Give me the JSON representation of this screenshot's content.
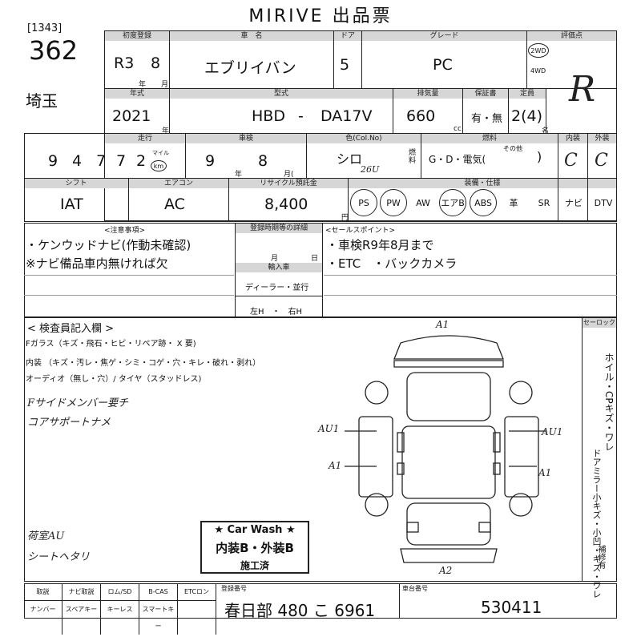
{
  "header": {
    "title": "MIRIVE 出品票"
  },
  "left": {
    "code": "[1343]",
    "lot": "362",
    "region": "埼玉"
  },
  "row1": {
    "labels": {
      "first_reg": "初度登録",
      "name": "車　名",
      "doors": "ドア",
      "grade": "グレード",
      "rating": "評価点"
    },
    "first_reg_era": "R3",
    "first_reg_month": "8",
    "unit_year": "年",
    "unit_month": "月",
    "car_name": "エブリイバン",
    "doors": "5",
    "grade": "PC",
    "drive_2wd": "2WD",
    "drive_4wd": "4WD",
    "rating": "R"
  },
  "row2": {
    "labels": {
      "year": "年式",
      "model": "型式",
      "disp": "排気量",
      "ac": "保証書",
      "capacity": "定員"
    },
    "year": "2021",
    "year_unit": "年",
    "model_prefix": "HBD",
    "model_dash": "-",
    "model_code": "DA17V",
    "displacement": "660",
    "cc": "cc",
    "manual": "有・無",
    "capacity": "2(4)",
    "people": "名"
  },
  "row3": {
    "labels": {
      "mileage": "走行",
      "inspection": "車検",
      "color": "色(Col.No)",
      "fuel": "燃料",
      "interior": "内装",
      "exterior": "外装"
    },
    "mileage_digits": [
      "9",
      "4",
      "7",
      "7",
      "2"
    ],
    "mile": "マイル",
    "km": "km",
    "insp_year": "9",
    "insp_month": "8",
    "insp_year_unit": "年",
    "insp_month_unit": "月(",
    "color": "シロ",
    "color_no": "26U",
    "fuel_label": "燃料",
    "fuel": "G・D・電気(",
    "fuel_other": "その他",
    "fuel_close": ")",
    "interior_grade": "C",
    "exterior_grade": "C"
  },
  "row4": {
    "labels": {
      "shift": "シフト",
      "ac": "エアコン",
      "recycle": "リサイクル預託金",
      "equip": "装備・仕様"
    },
    "shift": "IAT",
    "ac": "AC",
    "recycle": "8,400",
    "yen": "円",
    "equipment": [
      "PS",
      "PW",
      "AW",
      "エアB",
      "ABS",
      "革",
      "SR",
      "ナビ",
      "DTV"
    ]
  },
  "notes": {
    "label": "<注意事項>",
    "lines": [
      "・ケンウッドナビ(作動未確認)",
      "※ナビ備品車内無ければ欠"
    ]
  },
  "middle": {
    "label": "登録時期等の詳細",
    "month": "月",
    "day": "日",
    "import_label": "輸入車",
    "dealer": "ディーラー・並行",
    "handle": "左H　・　右H"
  },
  "sales": {
    "label": "<セールスポイント>",
    "lines": [
      "・車検R9年8月まで",
      "・ETC　・バックカメラ"
    ]
  },
  "inspector": {
    "label": "< 検査員記入欄 >",
    "glass": "Fガラス（キズ・飛石・ヒビ・リペア跡・ X 要)",
    "interior": "内装 （キズ・汚レ・焦ゲ・シミ・コゲ・穴・キレ・破れ・剥れ）",
    "audio": "オーディオ（無し・穴）/ タイヤ（スタッドレス)",
    "hand1": "Fサイドメンバー要チ",
    "hand2": "コアサポートナメ",
    "hand3": "荷室AU",
    "hand4": "シートヘタリ"
  },
  "diagram": {
    "marks": {
      "top": "A1",
      "top_left": "AU1",
      "top_right": "AU1",
      "mid_left": "A1",
      "mid_right": "A1",
      "bottom": "A2"
    }
  },
  "carwash": {
    "title": "★ Car Wash ★",
    "grade": "内装B・外装B",
    "done": "施工済"
  },
  "right_panel": {
    "label": "セーロック",
    "col1": "ホイル・CPキズ・ワレ",
    "col2": "ドアミラー小キズ・小凹・キズ・ワレ",
    "col3": "補修有"
  },
  "footer": {
    "grid_top": [
      "取説",
      "ナビ取説",
      "ロム/SD",
      "B-CAS",
      "ETCロン"
    ],
    "grid_bottom": [
      "ナンバー",
      "スペアキー",
      "キーレス",
      "スマートキー"
    ],
    "plate_label": "登録番号",
    "plate": "春日部 480 こ 6961",
    "chassis_label": "車台番号",
    "chassis": "530411"
  }
}
